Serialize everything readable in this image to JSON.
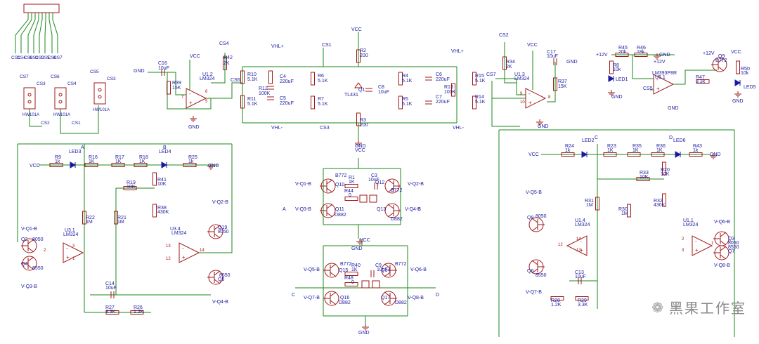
{
  "colors": {
    "wire": "#1a8a1a",
    "comp": "#a01818",
    "text": "#1a1aa0",
    "pin": "#b01010",
    "bg": "#ffffff"
  },
  "header_pins": [
    "CS1",
    "CS4",
    "CS6",
    "CS2",
    "CS3",
    "CS5",
    "CS6",
    "CS7"
  ],
  "switches": [
    {
      "ref": "HW101A",
      "a": "CS7",
      "b": "CS3",
      "c": "CS2"
    },
    {
      "ref": "HW101A",
      "a": "CS6",
      "b": "CS4",
      "c": "CS1"
    },
    {
      "ref": "HW101A",
      "a": "CS5",
      "b": "CS3",
      "c": ""
    }
  ],
  "labels": [
    {
      "t": "GND"
    },
    {
      "t": "C16"
    },
    {
      "t": "10uF"
    },
    {
      "t": "VCC"
    },
    {
      "t": "U1.2"
    },
    {
      "t": "LM324"
    },
    {
      "t": "R42"
    },
    {
      "t": "2K"
    },
    {
      "t": "CS4"
    },
    {
      "t": "R39"
    },
    {
      "t": "15K"
    },
    {
      "t": "CS6"
    },
    {
      "t": "GND"
    },
    {
      "t": "VHL+"
    },
    {
      "t": "CS1"
    },
    {
      "t": "VCC"
    },
    {
      "t": "R2"
    },
    {
      "t": "200"
    },
    {
      "t": "VHL+"
    },
    {
      "t": "R10"
    },
    {
      "t": "5.1K"
    },
    {
      "t": "R12"
    },
    {
      "t": "100K"
    },
    {
      "t": "R11"
    },
    {
      "t": "5.1K"
    },
    {
      "t": "C4"
    },
    {
      "t": "220uF"
    },
    {
      "t": "C5"
    },
    {
      "t": "220uF"
    },
    {
      "t": "R6"
    },
    {
      "t": "5.1K"
    },
    {
      "t": "R7"
    },
    {
      "t": "5.1K"
    },
    {
      "t": "TL431"
    },
    {
      "t": "Q1"
    },
    {
      "t": "C8"
    },
    {
      "t": "10uF"
    },
    {
      "t": "R4"
    },
    {
      "t": "5.1K"
    },
    {
      "t": "R5"
    },
    {
      "t": "5.1K"
    },
    {
      "t": "C6"
    },
    {
      "t": "220uF"
    },
    {
      "t": "C7"
    },
    {
      "t": "220uF"
    },
    {
      "t": "R13"
    },
    {
      "t": "100K"
    },
    {
      "t": "R15"
    },
    {
      "t": "5.1K"
    },
    {
      "t": "R14"
    },
    {
      "t": "5.1K"
    },
    {
      "t": "VHL-"
    },
    {
      "t": "CS3"
    },
    {
      "t": "R3"
    },
    {
      "t": "200"
    },
    {
      "t": "GND"
    },
    {
      "t": "VHL-"
    },
    {
      "t": "CS2"
    },
    {
      "t": "VCC"
    },
    {
      "t": "C17"
    },
    {
      "t": "10uF"
    },
    {
      "t": "GND"
    },
    {
      "t": "R34"
    },
    {
      "t": "2K"
    },
    {
      "t": "U1.3"
    },
    {
      "t": "LM324"
    },
    {
      "t": "R37"
    },
    {
      "t": "15K"
    },
    {
      "t": "CS7"
    },
    {
      "t": "GND"
    },
    {
      "t": "+12V"
    },
    {
      "t": "R45"
    },
    {
      "t": "20k"
    },
    {
      "t": "R46"
    },
    {
      "t": "18k"
    },
    {
      "t": "GND"
    },
    {
      "t": "+12V"
    },
    {
      "t": "R8"
    },
    {
      "t": "10k"
    },
    {
      "t": "LED1"
    },
    {
      "t": "GND"
    },
    {
      "t": "LM393P8R"
    },
    {
      "t": "U5.1"
    },
    {
      "t": "CS5"
    },
    {
      "t": "GND"
    },
    {
      "t": "R47"
    },
    {
      "t": "3.3k"
    },
    {
      "t": "+12V"
    },
    {
      "t": "Q9"
    },
    {
      "t": "B772"
    },
    {
      "t": "VCC"
    },
    {
      "t": "R50"
    },
    {
      "t": "10k"
    },
    {
      "t": "LED5"
    },
    {
      "t": "GND"
    },
    {
      "t": "A"
    },
    {
      "t": "B"
    },
    {
      "t": "VCC"
    },
    {
      "t": "R9"
    },
    {
      "t": "1k"
    },
    {
      "t": "LED3"
    },
    {
      "t": "R16"
    },
    {
      "t": "1K"
    },
    {
      "t": "R17"
    },
    {
      "t": "1K"
    },
    {
      "t": "R18"
    },
    {
      "t": "1K"
    },
    {
      "t": "LED4"
    },
    {
      "t": "R25"
    },
    {
      "t": "1k"
    },
    {
      "t": "GND"
    },
    {
      "t": "R19"
    },
    {
      "t": "10K"
    },
    {
      "t": "R41"
    },
    {
      "t": "10K"
    },
    {
      "t": "R38"
    },
    {
      "t": "430K"
    },
    {
      "t": "R22"
    },
    {
      "t": "1M"
    },
    {
      "t": "R21"
    },
    {
      "t": "1M"
    },
    {
      "t": "V-Q1-B"
    },
    {
      "t": "Q2"
    },
    {
      "t": "8050"
    },
    {
      "t": "Q4"
    },
    {
      "t": "8550"
    },
    {
      "t": "V-Q3-B"
    },
    {
      "t": "U3.1"
    },
    {
      "t": "LM324"
    },
    {
      "t": "U3.4"
    },
    {
      "t": "LM324"
    },
    {
      "t": "V-Q2-B"
    },
    {
      "t": "Q19"
    },
    {
      "t": "8050"
    },
    {
      "t": "8550"
    },
    {
      "t": "Q5"
    },
    {
      "t": "V-Q4-B"
    },
    {
      "t": "C14"
    },
    {
      "t": "10uF"
    },
    {
      "t": "R27"
    },
    {
      "t": "3.3K"
    },
    {
      "t": "R26"
    },
    {
      "t": "1.2K"
    },
    {
      "t": "VCC"
    },
    {
      "t": "B772"
    },
    {
      "t": "R1"
    },
    {
      "t": "1K"
    },
    {
      "t": "C3"
    },
    {
      "t": "10uF"
    },
    {
      "t": "Q12"
    },
    {
      "t": "V-Q1-B"
    },
    {
      "t": "Q10"
    },
    {
      "t": "R44"
    },
    {
      "t": "0"
    },
    {
      "t": "V-Q2-B"
    },
    {
      "t": "B772"
    },
    {
      "t": "V-Q3-B"
    },
    {
      "t": "Q11"
    },
    {
      "t": "D882"
    },
    {
      "t": "Q13"
    },
    {
      "t": "D882"
    },
    {
      "t": "V-Q4-B"
    },
    {
      "t": "A"
    },
    {
      "t": "B"
    },
    {
      "t": "GND"
    },
    {
      "t": "VCC"
    },
    {
      "t": "B772"
    },
    {
      "t": "R40"
    },
    {
      "t": "1K"
    },
    {
      "t": "C9"
    },
    {
      "t": "10uF"
    },
    {
      "t": "B772"
    },
    {
      "t": "V-Q5-B"
    },
    {
      "t": "Q15"
    },
    {
      "t": "Q14"
    },
    {
      "t": "V-Q6-B"
    },
    {
      "t": "R48"
    },
    {
      "t": "0"
    },
    {
      "t": "V-Q7-B"
    },
    {
      "t": "Q16"
    },
    {
      "t": "D882"
    },
    {
      "t": "Q17"
    },
    {
      "t": "D882"
    },
    {
      "t": "V-Q8-B"
    },
    {
      "t": "C"
    },
    {
      "t": "D"
    },
    {
      "t": "GND"
    },
    {
      "t": "C"
    },
    {
      "t": "D"
    },
    {
      "t": "VCC"
    },
    {
      "t": "R24"
    },
    {
      "t": "1k"
    },
    {
      "t": "LED2"
    },
    {
      "t": "R23"
    },
    {
      "t": "1K"
    },
    {
      "t": "R35"
    },
    {
      "t": "1K"
    },
    {
      "t": "R36"
    },
    {
      "t": "1K"
    },
    {
      "t": "LED6"
    },
    {
      "t": "R43"
    },
    {
      "t": "1k"
    },
    {
      "t": "GND"
    },
    {
      "t": "R33"
    },
    {
      "t": "10K"
    },
    {
      "t": "R20"
    },
    {
      "t": "10K"
    },
    {
      "t": "R32"
    },
    {
      "t": "430K"
    },
    {
      "t": "R31"
    },
    {
      "t": "1M"
    },
    {
      "t": "R30"
    },
    {
      "t": "1M"
    },
    {
      "t": "V-Q5-B"
    },
    {
      "t": "Q8"
    },
    {
      "t": "8050"
    },
    {
      "t": "U1.4"
    },
    {
      "t": "LM324"
    },
    {
      "t": "Q6"
    },
    {
      "t": "8550"
    },
    {
      "t": "V-Q7-B"
    },
    {
      "t": "U1.1"
    },
    {
      "t": "LM324"
    },
    {
      "t": "V-Q6-B"
    },
    {
      "t": "Q3"
    },
    {
      "t": "8050"
    },
    {
      "t": "8550"
    },
    {
      "t": "Q7"
    },
    {
      "t": "V-Q8-B"
    },
    {
      "t": "C13"
    },
    {
      "t": "10uF"
    },
    {
      "t": "R28"
    },
    {
      "t": "1.2K"
    },
    {
      "t": "R29"
    },
    {
      "t": "3.3K"
    },
    {
      "t": "1"
    },
    {
      "t": "2"
    },
    {
      "t": "3"
    },
    {
      "t": "1"
    },
    {
      "t": "2"
    },
    {
      "t": "3"
    }
  ],
  "pin_numbers": [
    "7",
    "6",
    "5",
    "9",
    "10",
    "8",
    "2",
    "3",
    "1",
    "13",
    "12",
    "14",
    "14",
    "13",
    "12",
    "2",
    "3",
    "1"
  ],
  "watermark": {
    "text": "黑果工作室",
    "icon": "wechat-logo-icon"
  }
}
